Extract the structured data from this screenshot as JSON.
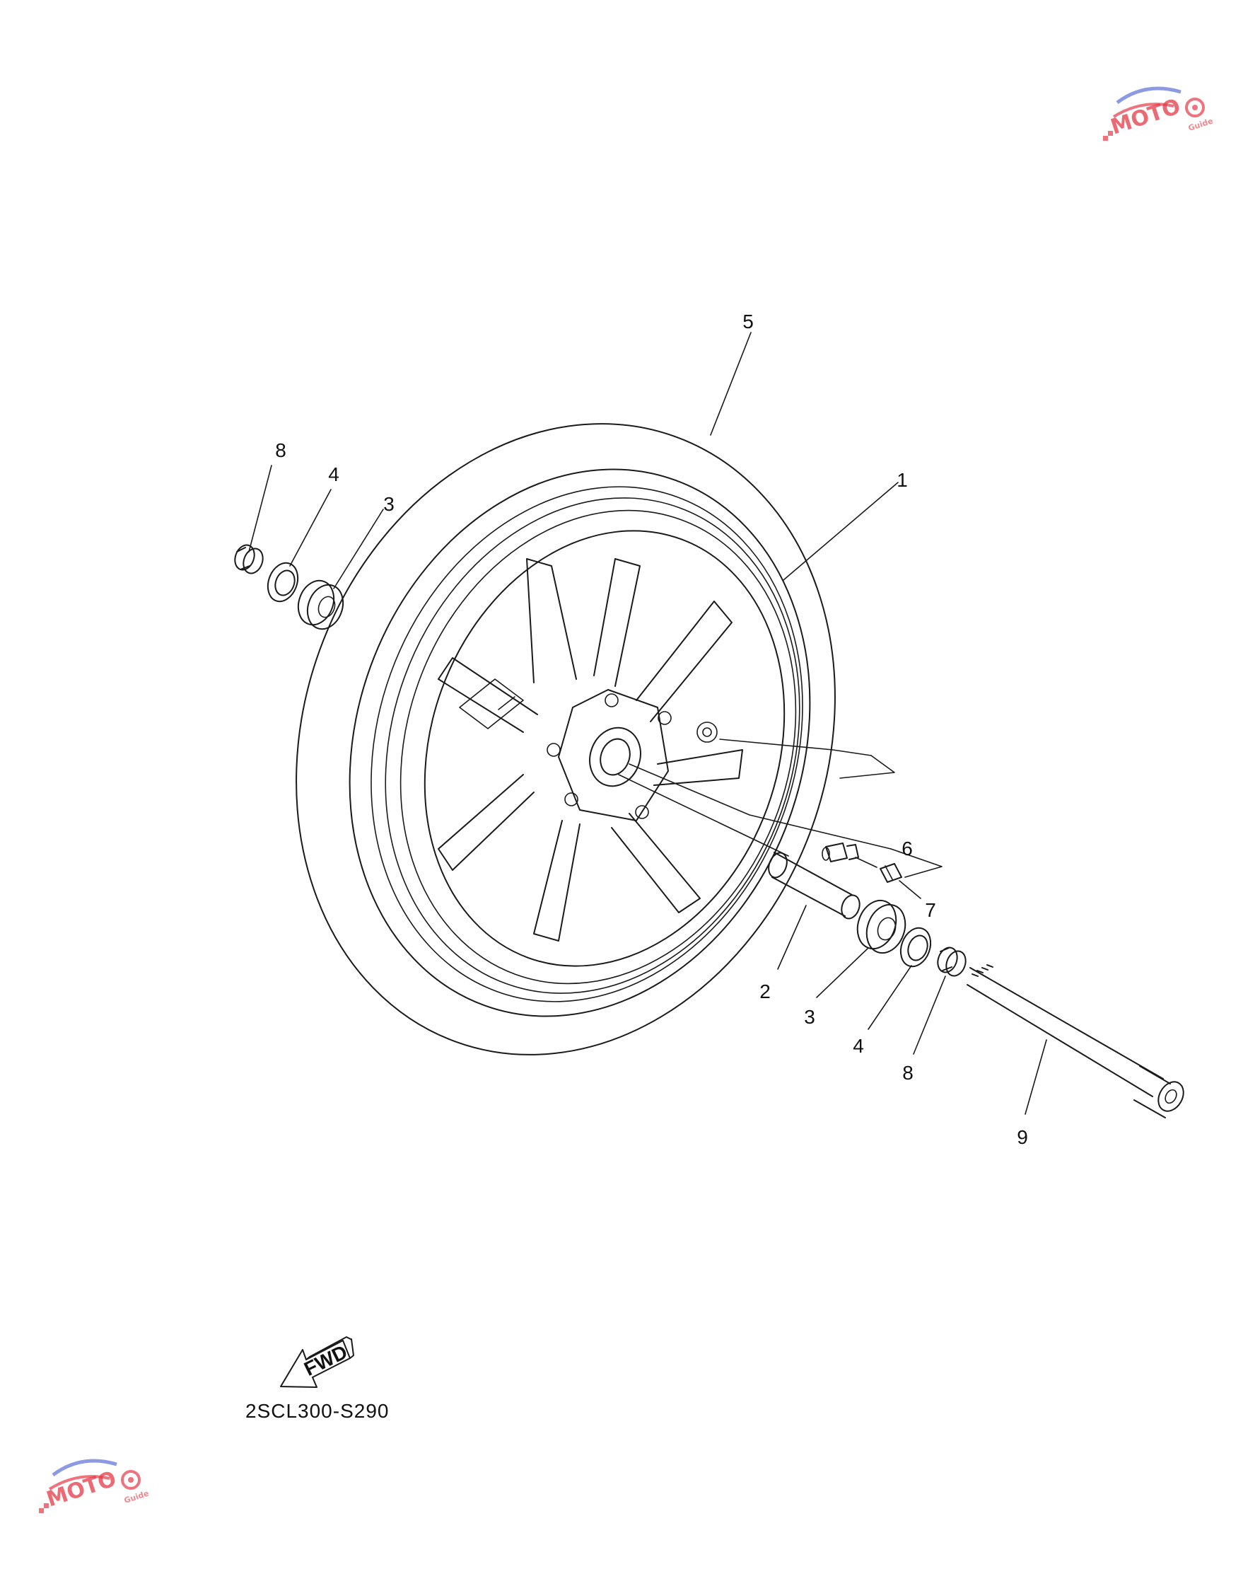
{
  "diagram": {
    "callouts": [
      {
        "id": "label-5-tire",
        "text": "5"
      },
      {
        "id": "label-1-rim",
        "text": "1"
      },
      {
        "id": "label-8-left",
        "text": "8"
      },
      {
        "id": "label-4-left",
        "text": "4"
      },
      {
        "id": "label-3-left",
        "text": "3"
      },
      {
        "id": "label-6-valve",
        "text": "6"
      },
      {
        "id": "label-7-weight",
        "text": "7"
      },
      {
        "id": "label-2-spacer",
        "text": "2"
      },
      {
        "id": "label-3-right",
        "text": "3"
      },
      {
        "id": "label-4-right",
        "text": "4"
      },
      {
        "id": "label-8-right",
        "text": "8"
      },
      {
        "id": "label-9-axle",
        "text": "9"
      }
    ],
    "fwd_label": "FWD",
    "figure_code": "2SCL300-S290"
  },
  "watermark": {
    "brand": "MOTO",
    "sub": "Guide",
    "accent_red": "#e53945",
    "accent_blue": "#5b6fd8"
  }
}
